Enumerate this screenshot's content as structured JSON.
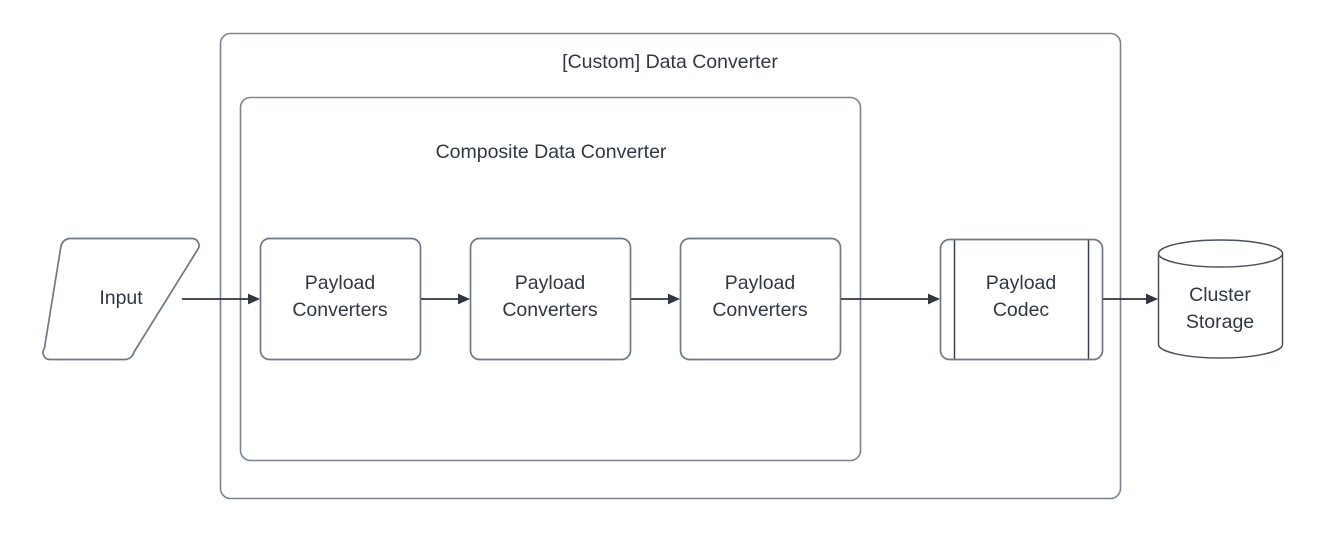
{
  "diagram": {
    "title": "[Custom] Data Converter",
    "background_color": "#ffffff",
    "stroke_color": "#7a8392",
    "text_color": "#313745",
    "connector_color": "#32363f",
    "containers": [
      {
        "id": "custom-data-converter",
        "label": "[Custom] Data Converter",
        "shape": "rounded-rectangle"
      },
      {
        "id": "composite-data-converter",
        "label": "Composite Data Converter",
        "shape": "rounded-rectangle"
      }
    ],
    "nodes": [
      {
        "id": "input",
        "label": "Input",
        "shape": "parallelogram"
      },
      {
        "id": "payload-converters-1",
        "label_line1": "Payload",
        "label_line2": "Converters",
        "shape": "rounded-rectangle"
      },
      {
        "id": "payload-converters-2",
        "label_line1": "Payload",
        "label_line2": "Converters",
        "shape": "rounded-rectangle"
      },
      {
        "id": "payload-converters-3",
        "label_line1": "Payload",
        "label_line2": "Converters",
        "shape": "rounded-rectangle"
      },
      {
        "id": "payload-codec",
        "label_line1": "Payload",
        "label_line2": "Codec",
        "shape": "predefined-process"
      },
      {
        "id": "cluster-storage",
        "label_line1": "Cluster",
        "label_line2": "Storage",
        "shape": "cylinder"
      }
    ],
    "connections": [
      {
        "from": "input",
        "to": "payload-converters-1",
        "style": "arrow"
      },
      {
        "from": "payload-converters-1",
        "to": "payload-converters-2",
        "style": "arrow"
      },
      {
        "from": "payload-converters-2",
        "to": "payload-converters-3",
        "style": "arrow"
      },
      {
        "from": "payload-converters-3",
        "to": "payload-codec",
        "style": "arrow"
      },
      {
        "from": "payload-codec",
        "to": "cluster-storage",
        "style": "arrow"
      }
    ]
  }
}
